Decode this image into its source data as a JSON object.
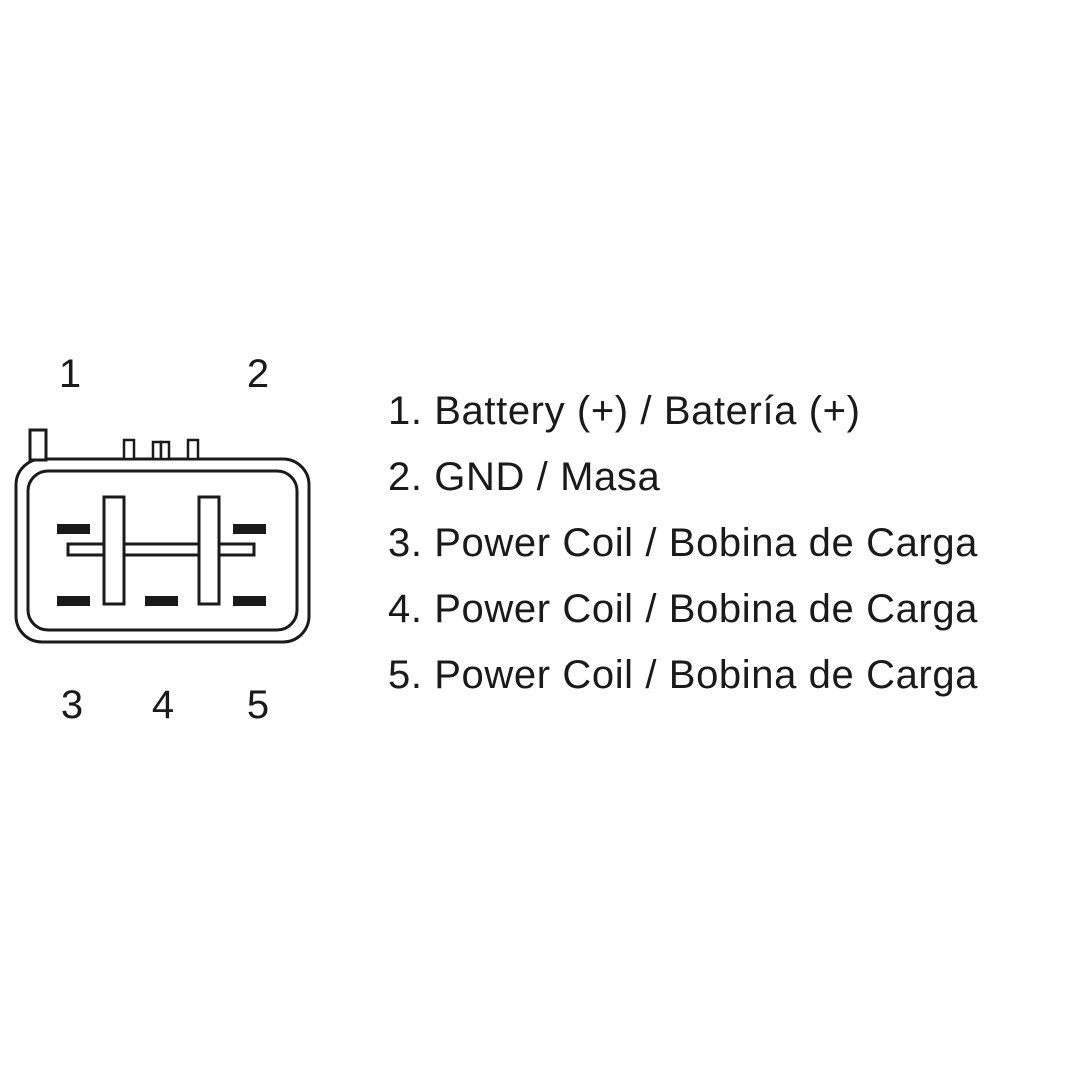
{
  "connector": {
    "pin_numbers": [
      "1",
      "2",
      "3",
      "4",
      "5"
    ]
  },
  "legend": {
    "items": [
      "1. Battery (+) / Batería (+)",
      "2. GND / Masa",
      "3. Power Coil / Bobina de Carga",
      "4. Power Coil / Bobina de Carga",
      "5. Power Coil / Bobina de Carga"
    ]
  },
  "colors": {
    "line": "#1a1a1a",
    "background": "#ffffff"
  }
}
